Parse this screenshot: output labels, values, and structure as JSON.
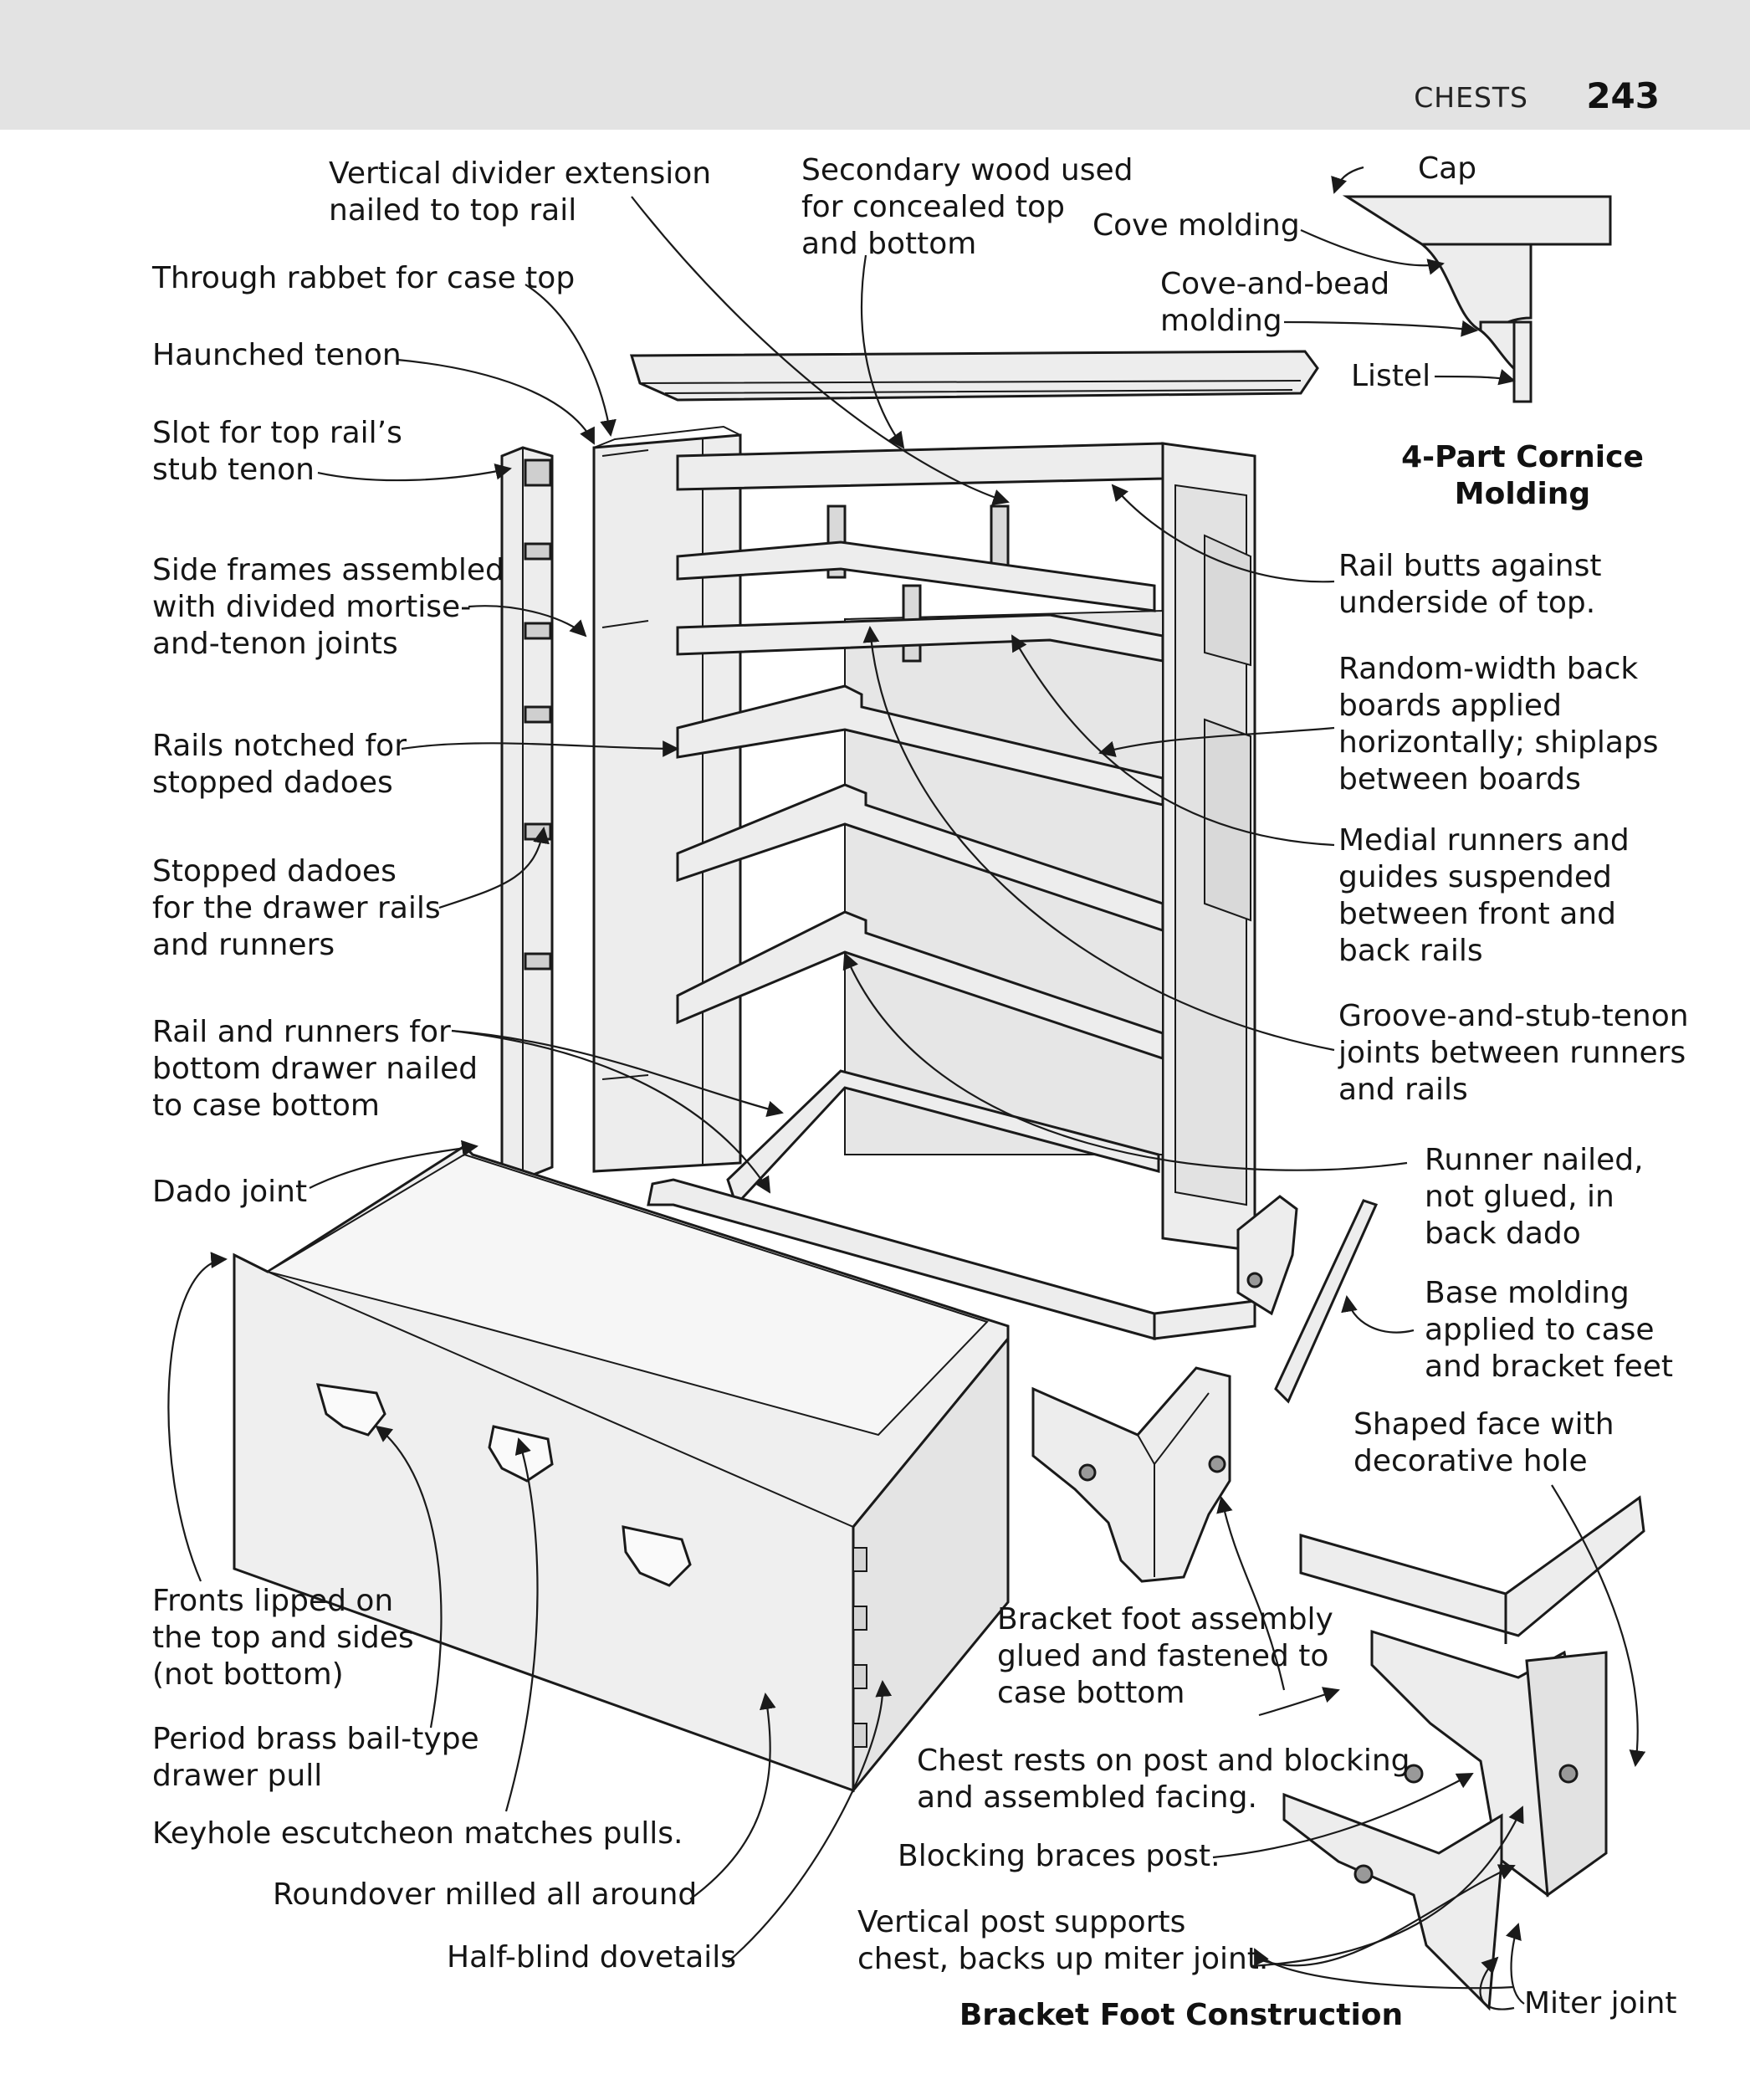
{
  "header": {
    "section": "CHESTS",
    "page_number": "243"
  },
  "captions": {
    "cornice": "4-Part Cornice\nMolding",
    "bracket": "Bracket Foot Construction"
  },
  "labels": {
    "vertical_divider": "Vertical divider extension\nnailed to top rail",
    "secondary_wood": "Secondary wood used\nfor concealed top\nand bottom",
    "through_rabbet": "Through rabbet for case top",
    "haunched_tenon": "Haunched tenon",
    "slot_top_rail": "Slot for top rail’s\nstub tenon",
    "side_frames": "Side frames assembled\nwith divided mortise-\nand-tenon joints",
    "rails_notched": "Rails notched for\nstopped dadoes",
    "stopped_dadoes": "Stopped dadoes\nfor the drawer rails\nand runners",
    "rail_runners_bottom": "Rail and runners for\nbottom drawer nailed\nto case bottom",
    "dado_joint": "Dado joint",
    "fronts_lipped": "Fronts lipped on\nthe top and sides\n(not bottom)",
    "brass_pull": "Period brass bail-type\ndrawer pull",
    "keyhole": "Keyhole escutcheon matches pulls.",
    "roundover": "Roundover milled all around",
    "half_blind": "Half-blind dovetails",
    "cap": "Cap",
    "cove": "Cove molding",
    "cove_bead": "Cove-and-bead\nmolding",
    "listel": "Listel",
    "rail_butts": "Rail butts against\nunderside of top.",
    "back_boards": "Random-width back\nboards applied\nhorizontally; shiplaps\nbetween boards",
    "medial_runners": "Medial runners and\nguides suspended\nbetween front and\nback rails",
    "groove_stub": "Groove-and-stub-tenon\njoints between runners\nand rails",
    "runner_nailed": "Runner nailed,\nnot glued, in\nback dado",
    "base_molding": "Base molding\napplied to case\nand bracket feet",
    "shaped_face": "Shaped face with\ndecorative hole",
    "bracket_foot": "Bracket foot assembly\nglued and fastened to\ncase bottom",
    "chest_rests": "Chest rests on post and blocking\nand assembled facing.",
    "blocking": "Blocking braces post.",
    "vertical_post": "Vertical post supports\nchest, backs up miter joint.",
    "miter_joint": "Miter joint"
  },
  "colors": {
    "wood": "#ededed",
    "wood_dark": "#c9c9c9",
    "line": "#1a1a1a",
    "header_bg": "#e3e3e3"
  }
}
